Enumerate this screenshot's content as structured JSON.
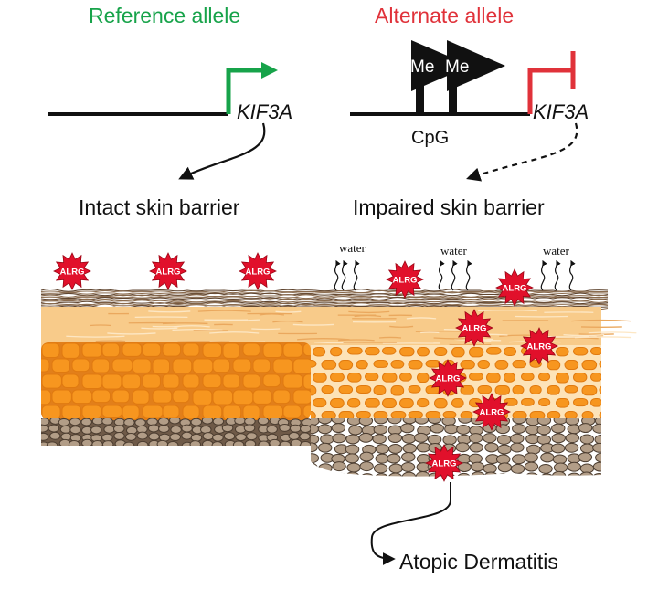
{
  "alleles": {
    "reference": {
      "title": "Reference allele",
      "gene": "KIF3A",
      "result": "Intact skin barrier",
      "color": "#17a34a"
    },
    "alternate": {
      "title": "Alternate allele",
      "gene": "KIF3A",
      "result": "Impaired skin barrier",
      "color": "#e0323a",
      "methyl_labels": [
        "Me",
        "Me"
      ],
      "site_label": "CpG"
    }
  },
  "skin": {
    "water_labels": [
      "water",
      "water",
      "water"
    ],
    "alarmin_label": "ALRG",
    "colors": {
      "stratum_corneum": "#8a6b4e",
      "lipid_layer": "#f7c680",
      "granular_cells": "#f39a2b",
      "basal_cells": "#b29d87",
      "alarmin": "#e1102b"
    }
  },
  "outcome": "Atopic Dermatitis"
}
